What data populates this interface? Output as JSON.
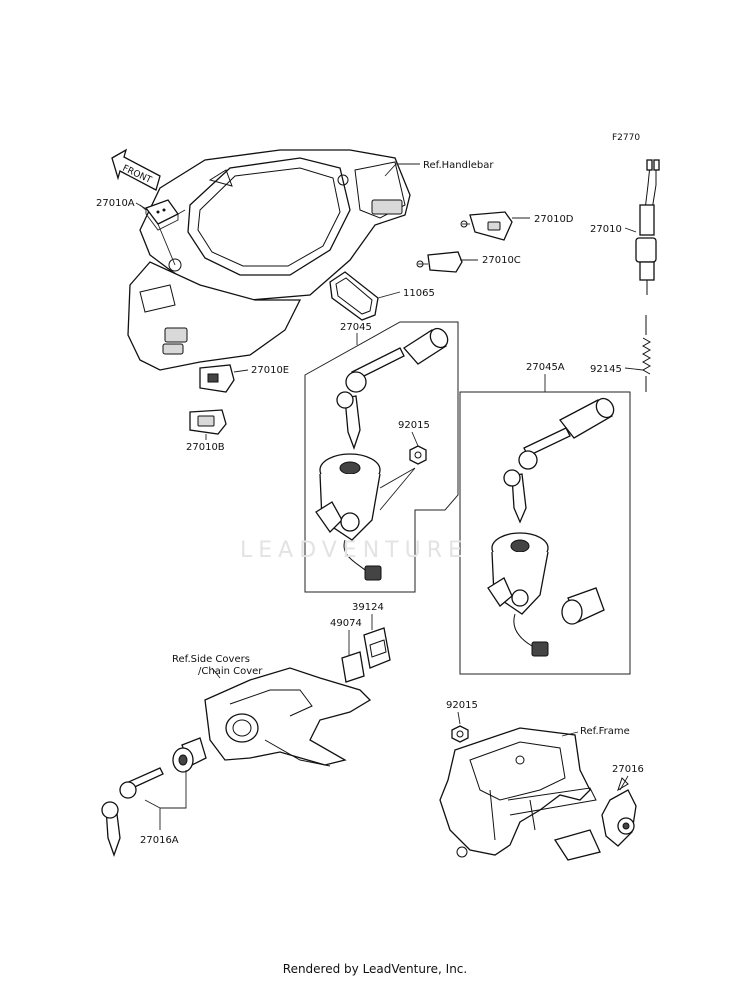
{
  "diagram": {
    "corner_code": "F2770",
    "front_marker": "FRONT",
    "watermark": "LEADVENTURE",
    "labels": {
      "p27010A": "27010A",
      "ref_handlebar": "Ref.Handlebar",
      "p27010D": "27010D",
      "p27010C": "27010C",
      "p11065": "11065",
      "p27010E": "27010E",
      "p27010B": "27010B",
      "p27045": "27045",
      "p92015_top": "92015",
      "p27045A": "27045A",
      "p27010": "27010",
      "p92145": "92145",
      "p39124": "39124",
      "p49074": "49074",
      "ref_side_covers": "Ref.Side Covers",
      "ref_chain_cover": "/Chain Cover",
      "p27016A": "27016A",
      "p92015_bottom": "92015",
      "ref_frame": "Ref.Frame",
      "p27016": "27016"
    }
  },
  "footer": "Rendered by LeadVenture, Inc."
}
